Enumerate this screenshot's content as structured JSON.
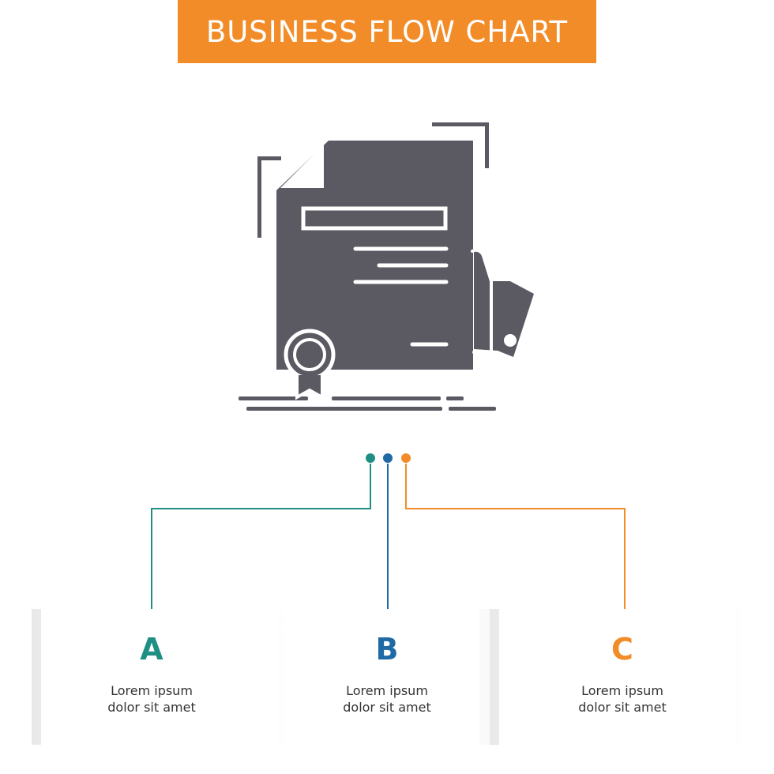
{
  "header": {
    "title": "BUSINESS FLOW CHART",
    "bg_color": "#f28c28"
  },
  "illustration": {
    "icon": "certificate-contract-in-hand-icon",
    "color": "#5b5a63"
  },
  "steps": [
    {
      "letter": "A",
      "line1": "Lorem ipsum",
      "line2": "dolor sit amet",
      "color": "#1f8f84"
    },
    {
      "letter": "B",
      "line1": "Lorem ipsum",
      "line2": "dolor sit amet",
      "color": "#1f6aa5"
    },
    {
      "letter": "C",
      "line1": "Lorem ipsum",
      "line2": "dolor sit amet",
      "color": "#f28c28"
    }
  ]
}
